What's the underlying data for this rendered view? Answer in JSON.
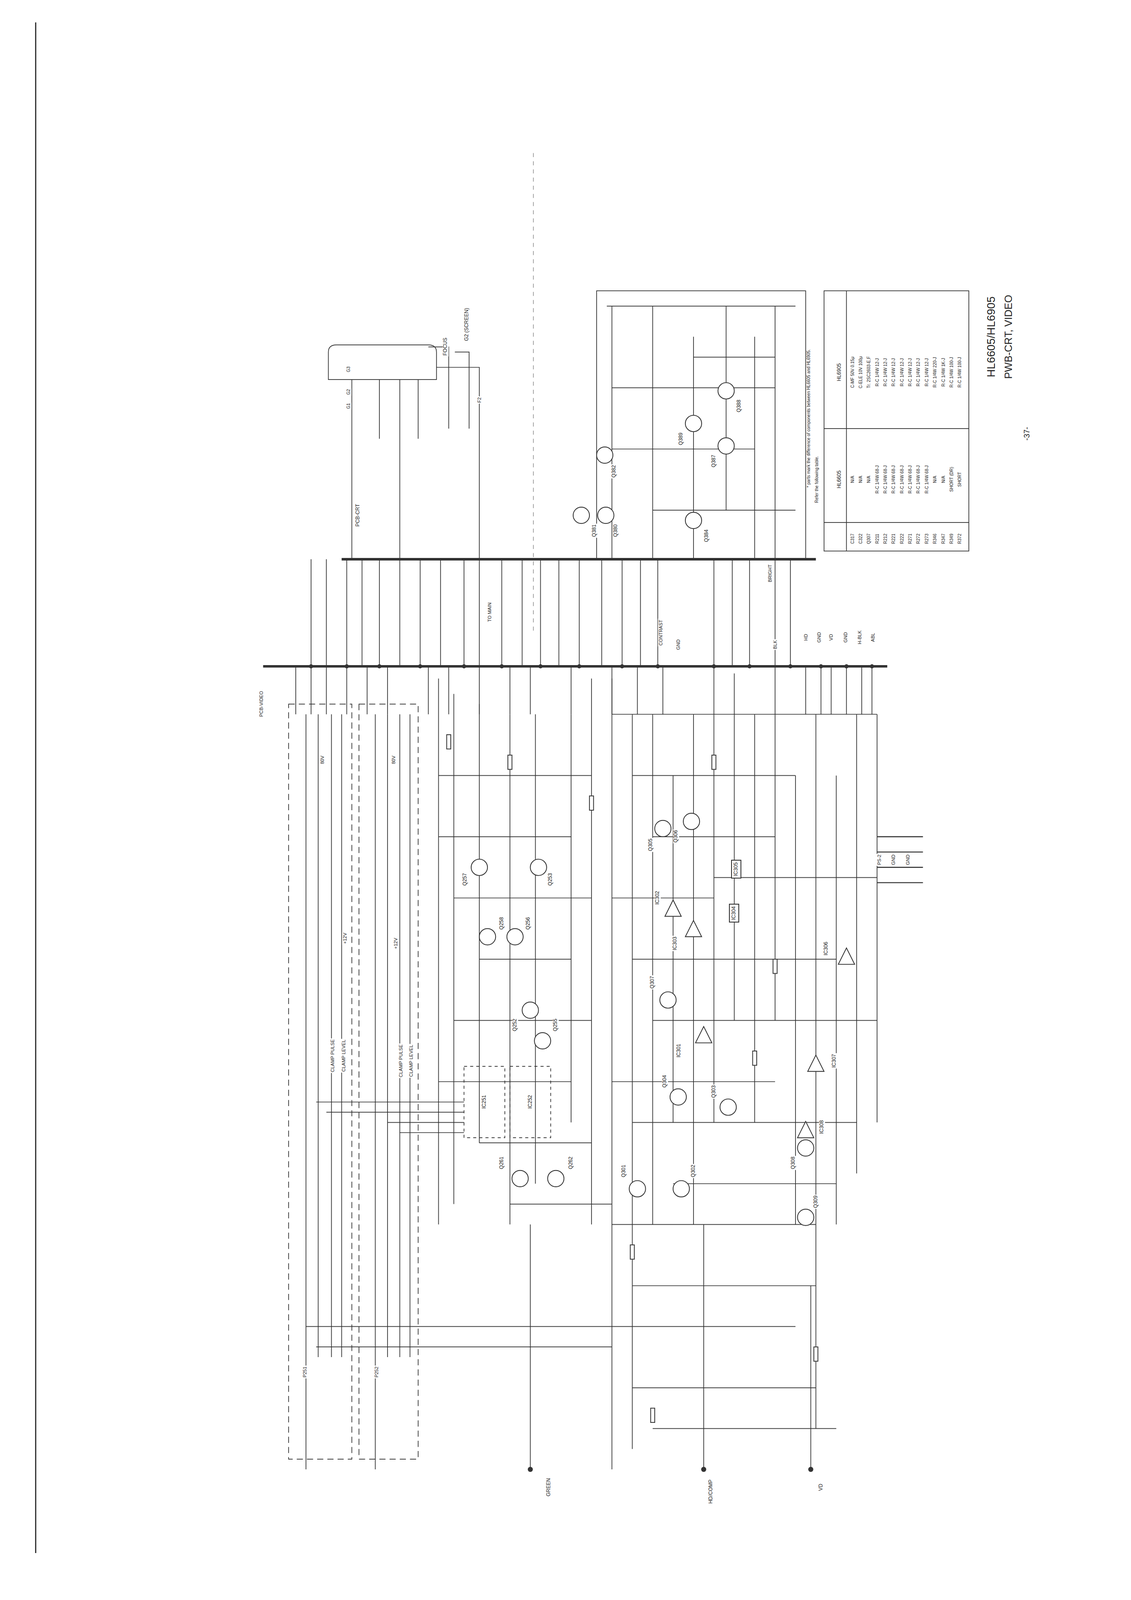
{
  "diagram": {
    "nodes": [
      {
        "text": [
          "IC305"
        ]
      },
      {
        "text": [
          "IC304"
        ]
      }
    ],
    "labels": [
      "HL6605/HL6905",
      "PWB-CRT, VIDEO",
      "-37-",
      "* parts mark the difference of components between HL6605 and HL6905.",
      "Refer the following table.",
      "HL6605",
      "HL6905",
      "C317",
      "N/A",
      "C-MF 50V 0.15μ",
      "C322",
      "N/A",
      "C-ELE 10V 100μ",
      "Q307",
      "N/A",
      "Tr. 2SC2603-E,F",
      "R211",
      "R-C 1/4W 68-J",
      "R-C 1/4W 12-J",
      "R212",
      "R-C 1/4W 68-J",
      "R-C 1/4W 12-J",
      "R221",
      "R-C 1/4W 68-J",
      "R-C 1/4W 12-J",
      "R222",
      "R-C 1/4W 68-J",
      "R-C 1/4W 12-J",
      "R271",
      "R-C 1/4W 68-J",
      "R-C 1/4W 12-J",
      "R272",
      "R-C 1/4W 68-J",
      "R-C 1/4W 12-J",
      "R273",
      "R-C 1/4W 68-J",
      "R-C 1/4W 12-J",
      "R346",
      "N/A",
      "R-C 1/4W 220-J",
      "R347",
      "N/A",
      "R-C 1/4W 1K-J",
      "R349",
      "SHORT (DR)",
      "R-C 1/4W 100-J",
      "R372",
      "SHORT",
      "R-C 1/4W 100-J",
      "FOCUS",
      "G2 (SCREEN)",
      "F2",
      "G1",
      "G2",
      "G3",
      "PCB-CRT",
      "Q380",
      "Q381",
      "Q382",
      "Q384",
      "Q387",
      "Q388",
      "Q389",
      "BRIGHT",
      "CONTRAST",
      "GND",
      "BLK",
      "HD",
      "GND",
      "VD",
      "GND",
      "H-BLK",
      "ABL",
      "TO MAIN",
      "PCB-VIDEO",
      "80V",
      "+12V",
      "CLAMP PULSE",
      "CLAMP LEVEL",
      "80V",
      "+12V",
      "CLAMP PULSE",
      "CLAMP LEVEL",
      "Q257",
      "Q253",
      "Q256",
      "Q258",
      "Q252",
      "Q255",
      "IC251",
      "IC252",
      "Q261",
      "Q262",
      "Q305",
      "Q306",
      "IC302",
      "IC303",
      "IC306",
      "Q307",
      "IC301",
      "Q304",
      "Q301",
      "Q302",
      "Q303",
      "IC307",
      "IC308",
      "Q308",
      "Q309",
      "GREEN",
      "HD/COMP",
      "VD",
      "P251",
      "P252",
      "PS-2",
      "GND",
      "GND"
    ]
  }
}
